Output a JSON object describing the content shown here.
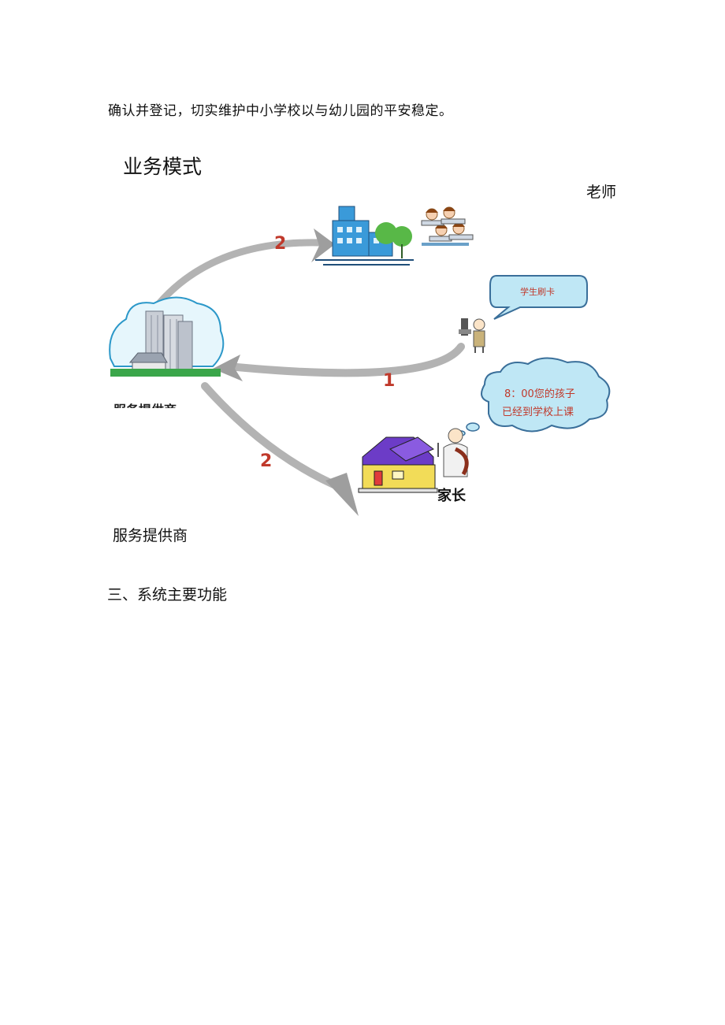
{
  "document": {
    "intro_line": "确认并登记，切实维护中小学校以与幼儿园的平安稳定。",
    "section_title": "业务模式",
    "label_teacher": "老师",
    "label_provider": "服务提供商",
    "heading_3": "三、系统主要功能"
  },
  "diagram": {
    "arrow_top_number": "2",
    "arrow_middle_number": "1",
    "arrow_bottom_number": "2",
    "bubble_card": "学生刷卡",
    "bubble_parent_line1": "8：00您的孩子",
    "bubble_parent_line2": "已经到学校上课",
    "label_parent": "家长",
    "label_provider_cropped": "服务提供商"
  },
  "colors": {
    "arrow": "#b3b3b3",
    "arrow_number": "#c0392b",
    "bubble_fill": "#bfe7f5",
    "bubble_stroke": "#3a6f9a",
    "building_blue": "#3a9ad9",
    "tree_green": "#58b847",
    "roof_purple": "#6c3cc7",
    "house_yellow": "#f2dc58"
  }
}
